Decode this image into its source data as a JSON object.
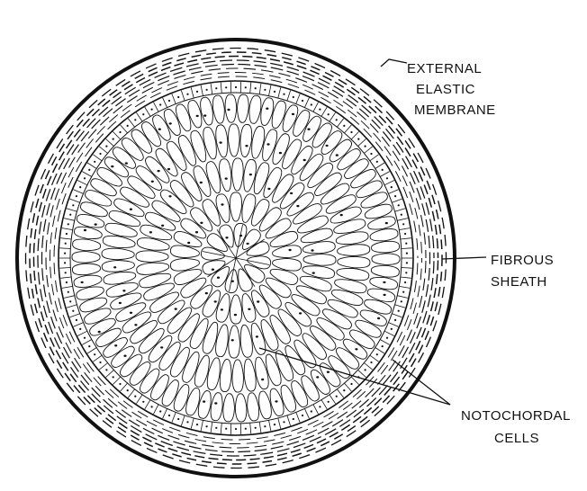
{
  "diagram": {
    "labels": {
      "external_elastic_membrane": [
        "EXTERNAL",
        "ELASTIC",
        "MEMBRANE"
      ],
      "fibrous_sheath": [
        "FIBROUS",
        "SHEATH"
      ],
      "notochordal_cells": [
        "NOTOCHORDAL",
        "CELLS"
      ]
    },
    "colors": {
      "ink": "#111111",
      "paper": "#ffffff"
    }
  }
}
